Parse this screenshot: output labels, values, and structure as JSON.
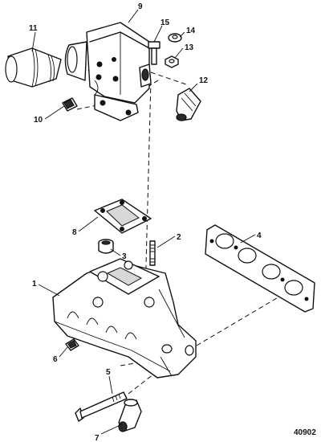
{
  "callouts": {
    "c1": "1",
    "c2": "2",
    "c3": "3",
    "c4": "4",
    "c5": "5",
    "c6": "6",
    "c7": "7",
    "c8": "8",
    "c9": "9",
    "c10": "10",
    "c11": "11",
    "c12": "12",
    "c13": "13",
    "c14": "14",
    "c15": "15"
  },
  "figure_code": "40902"
}
